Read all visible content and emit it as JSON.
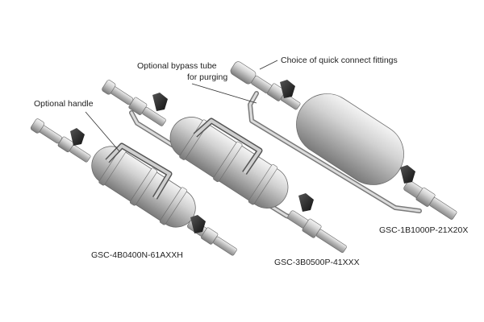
{
  "callouts": {
    "optional_handle": "Optional handle",
    "bypass_line1": "Optional bypass tube",
    "bypass_line2": "for purging",
    "quick_connect": "Choice of quick connect fittings"
  },
  "models": {
    "left": "GSC-4B0400N-61AXXH",
    "middle": "GSC-3B0500P-41XXX",
    "right": "GSC-1B1000P-21X20X"
  }
}
